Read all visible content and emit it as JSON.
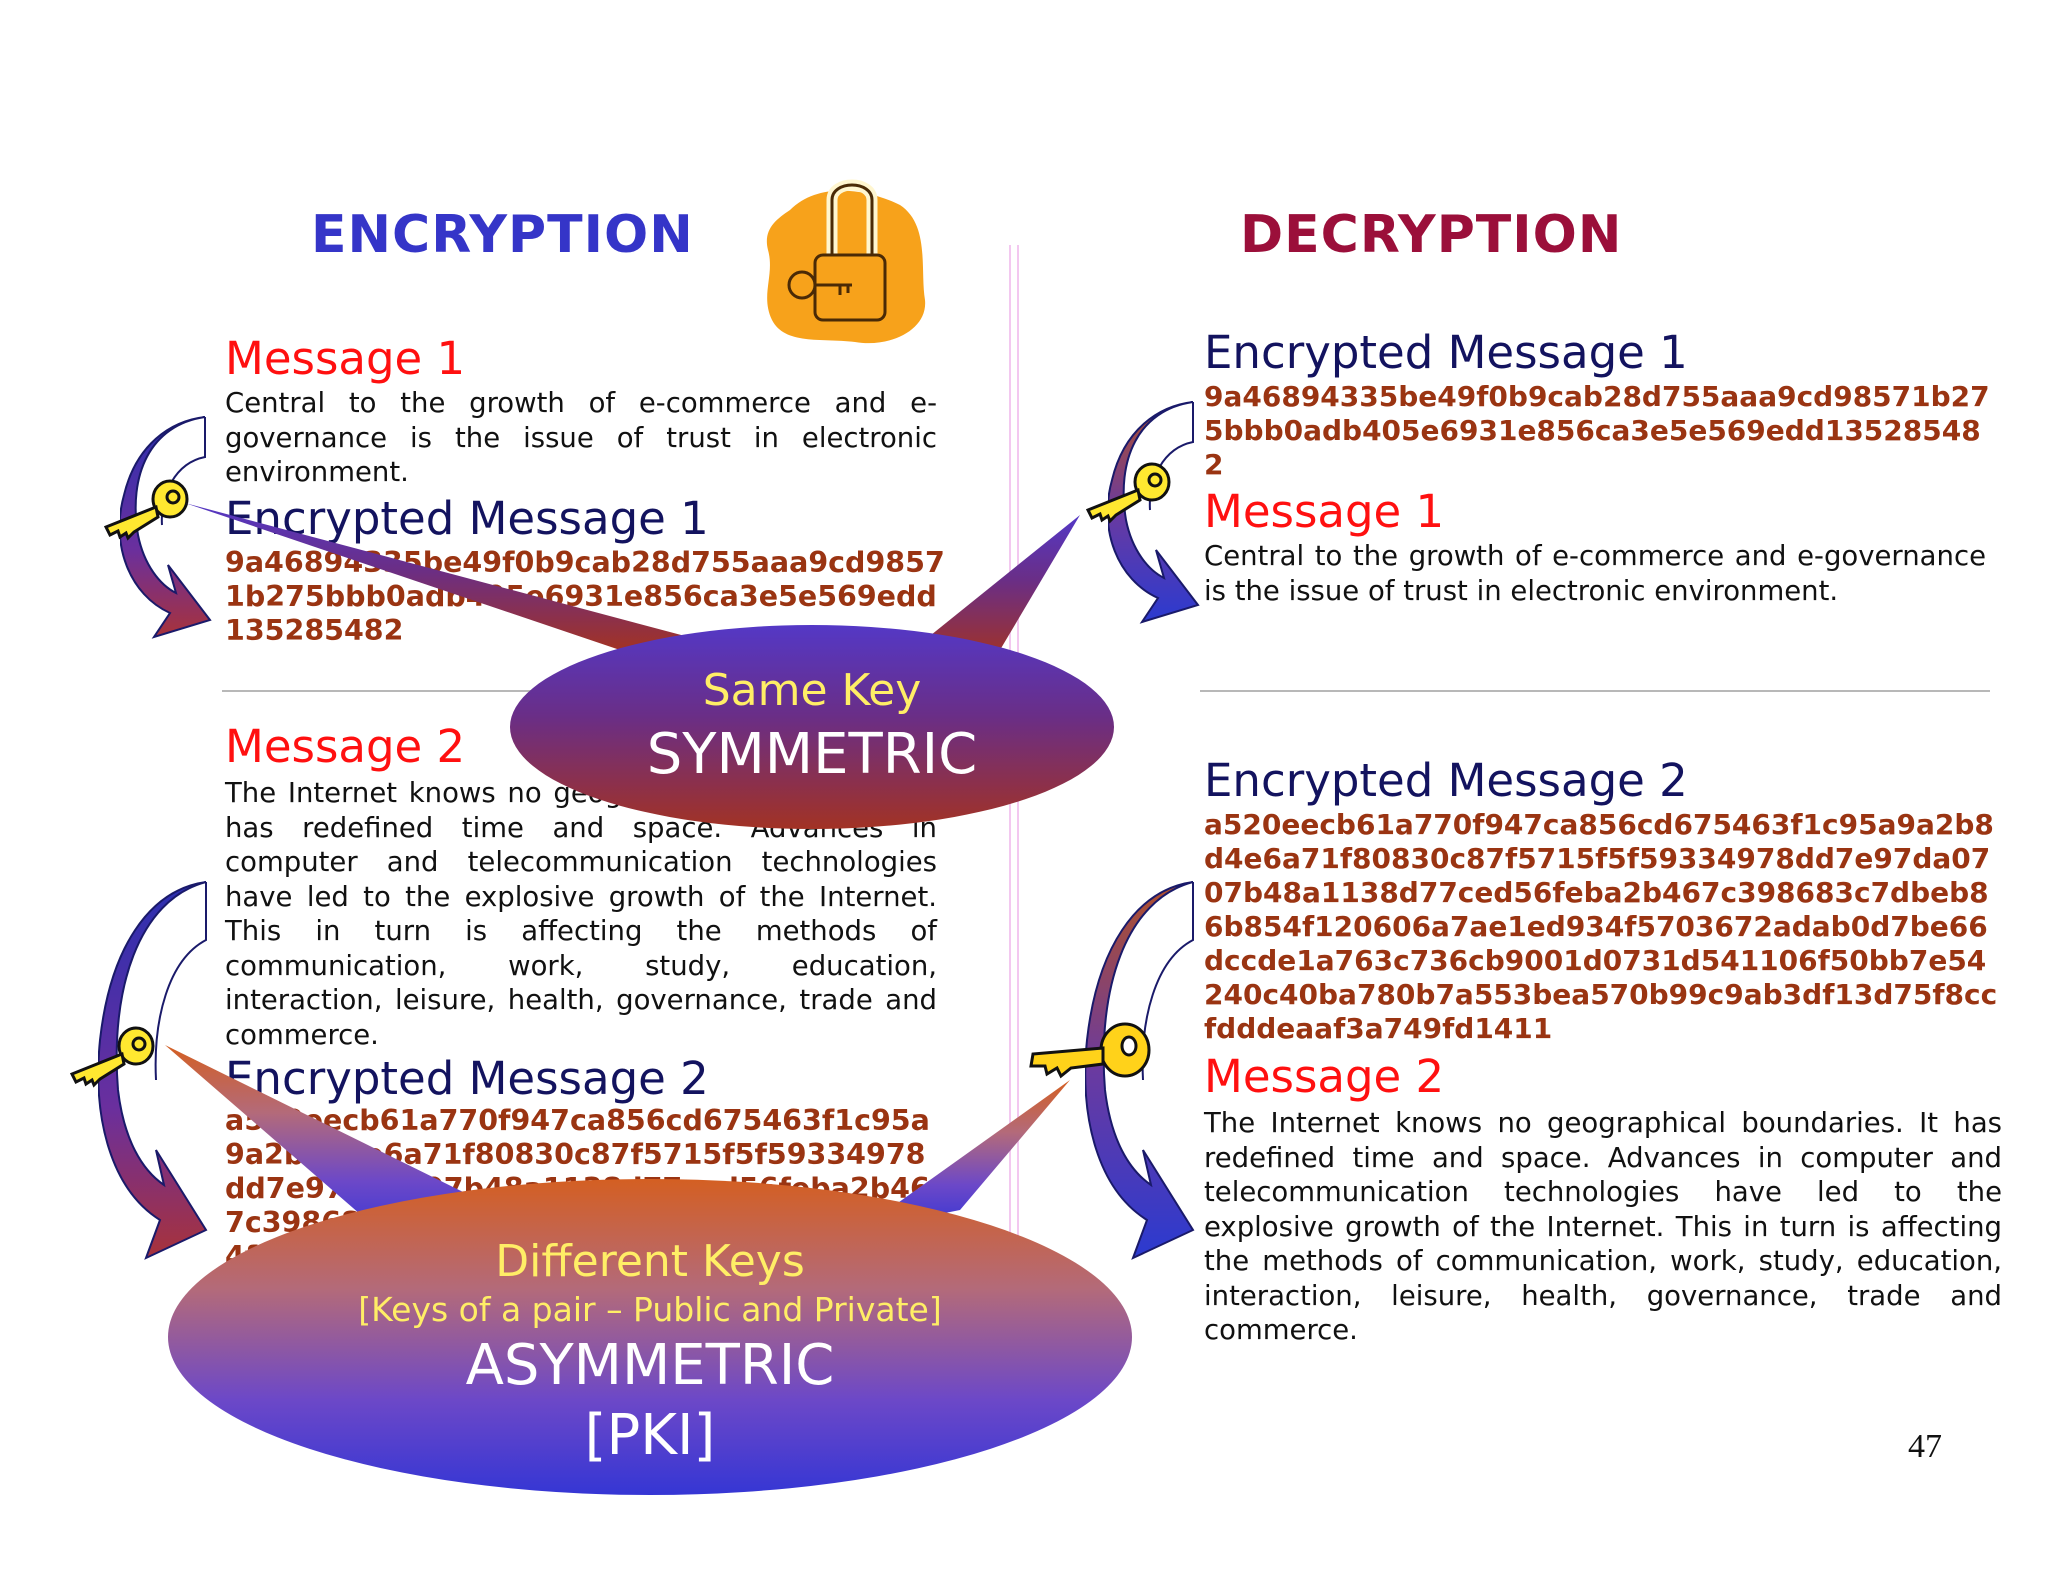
{
  "slide": {
    "page_number": "47",
    "encryption": {
      "title": "ENCRYPTION",
      "message1_heading": "Message 1",
      "message1_text": "Central to the growth of e-commerce and e-governance is the issue of trust in electronic environment.",
      "encrypted1_heading": "Encrypted Message 1",
      "encrypted1_hex": "9a46894335be49f0b9cab28d755aaa9cd98571b275bbb0adb405e6931e856ca3e5e569edd135285482",
      "message2_heading": "Message 2",
      "message2_text": "The Internet knows no geographical boundaries. It has redefined time and space.  Advances in computer and telecommunication technologies have led to the explosive growth of the Internet. This in turn is affecting the methods of communication, work, study, education, interaction, leisure, health, governance, trade and commerce.",
      "encrypted2_heading": "Encrypted Message 2",
      "encrypted2_hex": "a520eecb61a770f947ca856cd675463f1c95a9a2b8d4e6a71f80830c87f5715f5f59334978dd7e97da0707b48a1138d77ced56feba2b467c398683c7dbeb86b854f120606a7ae1ed934f5703672adab0d7"
    },
    "decryption": {
      "title": "DECRYPTION",
      "encrypted1_heading": "Encrypted Message 1",
      "encrypted1_hex": "9a46894335be49f0b9cab28d755aaa9cd98571b275bbb0adb405e6931e856ca3e5e569edd135285482",
      "message1_heading": "Message 1",
      "message1_text": "Central to the growth of e-commerce and e-governance is the issue of trust in electronic environment.",
      "encrypted2_heading": "Encrypted Message 2",
      "encrypted2_hex": "a520eecb61a770f947ca856cd675463f1c95a9a2b8d4e6a71f80830c87f5715f5f59334978dd7e97da0707b48a1138d77ced56feba2b467c398683c7dbeb86b854f120606a7ae1ed934f5703672adab0d7be66dccde1a763c736cb9001d0731d541106f50bb7e54240c40ba780b7a553bea570b99c9ab3df13d75f8ccfdddeaaf3a749fd1411",
      "message2_heading": "Message 2",
      "message2_text": "The Internet knows no geographical boundaries. It has redefined time and space.  Advances in computer and telecommunication technologies have led to the explosive growth of the Internet.  This in turn is affecting the methods of communication, work, study, education, interaction, leisure, health, governance, trade and commerce."
    },
    "symmetric_bubble": {
      "line1": "Same Key",
      "line2": "SYMMETRIC"
    },
    "asymmetric_bubble": {
      "line1": "Different Keys",
      "line2": "[Keys of a pair – Public and Private]",
      "line3": "ASYMMETRIC",
      "line4": "[PKI]"
    },
    "colors": {
      "encryption_title": "#3535c8",
      "decryption_title": "#9b0f3a",
      "message_heading": "#ff1010",
      "encrypted_heading": "#13135f",
      "hex_text": "#9a3412",
      "bubble_text": "#ffee66"
    },
    "icons": [
      "padlock-icon",
      "key-icon",
      "curved-arrow-icon"
    ]
  }
}
